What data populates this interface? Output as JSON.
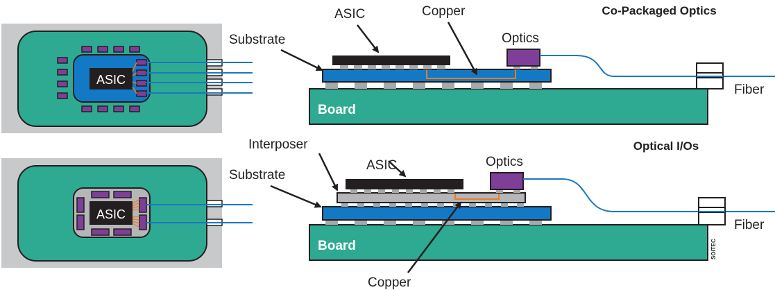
{
  "titles": {
    "top": "Co-Packaged Optics",
    "bottom": "Optical I/Os"
  },
  "top_panel": {
    "asic_label": "ASIC",
    "copper_label": "Copper",
    "substrate_label": "Substrate",
    "optics_label": "Optics",
    "fiber_label": "Fiber",
    "board_label": "Board",
    "plan_asic_label": "ASIC"
  },
  "bottom_panel": {
    "interposer_label": "Interposer",
    "asic_label": "ASIC",
    "substrate_label": "Substrate",
    "optics_label": "Optics",
    "fiber_label": "Fiber",
    "board_label": "Board",
    "copper_label": "Copper",
    "plan_asic_label": "ASIC"
  },
  "credit": "SOITEC",
  "colors": {
    "board": "#2eaa92",
    "substrate": "#1479c4",
    "asic": "#231f20",
    "optics": "#7f3f98",
    "interposer": "#b5b6b8",
    "copper": "#f07b22",
    "fiber": "#1a78c2",
    "plan_background": "#c8c9cb",
    "bump": "#a7a9ac"
  }
}
